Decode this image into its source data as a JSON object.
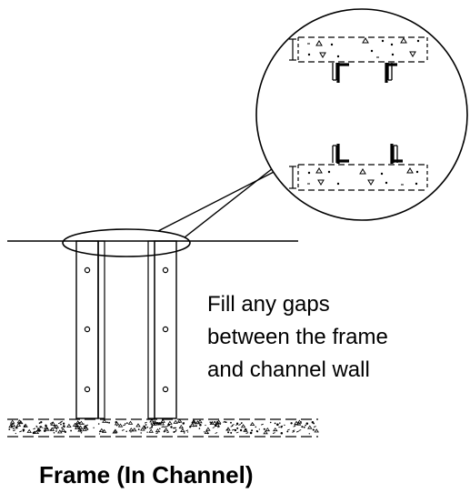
{
  "diagram": {
    "note_lines": [
      "Fill any gaps",
      "between the frame",
      "and channel wall"
    ],
    "caption": "Frame (In Channel)"
  },
  "colors": {
    "line": "#000000",
    "background": "#ffffff"
  }
}
